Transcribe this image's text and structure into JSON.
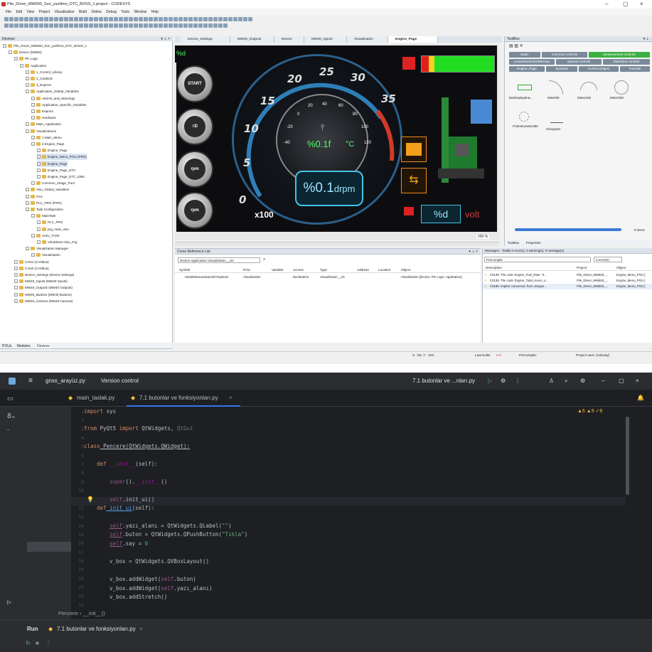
{
  "codesys": {
    "title": "Pile_Driver_MW600_Son_yazilimo_DTC_BOSS_1.project - CODESYS",
    "menu": [
      "File",
      "Edit",
      "View",
      "Project",
      "Visualization",
      "Build",
      "Online",
      "Debug",
      "Tools",
      "Window",
      "Help"
    ],
    "devices_header": "Devices",
    "tree": [
      {
        "label": "Pile_Driver_MW600_Son_yazilimo_DTC_BOSS_1",
        "indent": 0
      },
      {
        "label": "Device (MW60)",
        "indent": 1
      },
      {
        "label": "Plc Logic",
        "indent": 2
      },
      {
        "label": "Application",
        "indent": 3
      },
      {
        "label": "1_Control_Library",
        "indent": 4
      },
      {
        "label": "2_CanBUS",
        "indent": 4
      },
      {
        "label": "3_Eeprom",
        "indent": 4
      },
      {
        "label": "Application_Global_Variables",
        "indent": 4
      },
      {
        "label": "Alarms_and_Warnings",
        "indent": 5
      },
      {
        "label": "Application_Specific_Variables",
        "indent": 5
      },
      {
        "label": "Eeprom",
        "indent": 5
      },
      {
        "label": "Hardware",
        "indent": 5
      },
      {
        "label": "Main_Application",
        "indent": 4
      },
      {
        "label": "Visualizations",
        "indent": 4
      },
      {
        "label": "1.Main_Menu",
        "indent": 5
      },
      {
        "label": "2.Engine_Page",
        "indent": 5
      },
      {
        "label": "Engine_Page",
        "indent": 6
      },
      {
        "label": "Engine_Menu_POU (PRG)",
        "indent": 6
      },
      {
        "label": "Engine_Page",
        "indent": 6
      },
      {
        "label": "Engine_Page_DTC",
        "indent": 6
      },
      {
        "label": "Engine_Page_DTC_DM2",
        "indent": 6
      },
      {
        "label": "Common_Image_Pool",
        "indent": 5
      },
      {
        "label": "Visu_Global_Variables",
        "indent": 4
      },
      {
        "label": "GVL",
        "indent": 4
      },
      {
        "label": "PLC_PRG (PRG)",
        "indent": 4
      },
      {
        "label": "Task Configuration",
        "indent": 4
      },
      {
        "label": "MainTask",
        "indent": 5
      },
      {
        "label": "PLC_PRG",
        "indent": 6
      },
      {
        "label": "prg_main_visu",
        "indent": 6
      },
      {
        "label": "VISU_TASK",
        "indent": 5
      },
      {
        "label": "VisuElems.Visu_Prg",
        "indent": 6
      },
      {
        "label": "Visualization Manager",
        "indent": 4
      },
      {
        "label": "Visualization",
        "indent": 5
      },
      {
        "label": "CAN1 (CANbus)",
        "indent": 2
      },
      {
        "label": "CAN2 (CANbus)",
        "indent": 2
      },
      {
        "label": "Device_Settings (Device Settings)",
        "indent": 2
      },
      {
        "label": "MW40_Inputs (MW40 Inputs)",
        "indent": 2
      },
      {
        "label": "MW40_Outputs (MW40 Outputs)",
        "indent": 2
      },
      {
        "label": "MW40_Buttons (MW40 Buttons)",
        "indent": 2
      },
      {
        "label": "MW40_Camera (MW40 Camera)",
        "indent": 2
      }
    ],
    "bottom_tabs": [
      "POUs",
      "Modules",
      "Devices"
    ],
    "editor_tabs": [
      "Device_Settings",
      "MW40_Outputs",
      "Device",
      "MW40_Inputs",
      "Visualization",
      "Engine_Page"
    ],
    "visu": {
      "top_left": "%d",
      "top_left_unit": "h",
      "start": "START",
      "rpm_label": "rpm",
      "gauge_numbers": [
        "0",
        "5",
        "10",
        "15",
        "20",
        "25",
        "30",
        "35"
      ],
      "multiplier": "x100",
      "temp_numbers": [
        "-40",
        "-20",
        "0",
        "20",
        "40",
        "60",
        "80",
        "100",
        "120"
      ],
      "temp_value": "%0.1f",
      "temp_unit": "°C",
      "rpm_value": "%0.1",
      "rpm_unit": "drpm",
      "volt_value": "%d",
      "volt_unit": "volt",
      "zoom": "200 %"
    },
    "toolbox": {
      "header": "ToolBox",
      "buttons_row1": [
        "Basic",
        "Common controls",
        "Measurement controls"
      ],
      "buttons_row2": [
        "Lamps/Switches/Bitmaps",
        "Special controls",
        "Date/time controls"
      ],
      "buttons_row3": [
        "Engine_Page",
        "Symbols",
        "Current project",
        "Favorite"
      ],
      "items": [
        "BarDisplay8na...",
        "Meter90",
        "Meter180",
        "Meter360",
        "Potentiometer360",
        "Histogram"
      ],
      "count": "6 items",
      "bottom_tabs": [
        "ToolBox",
        "Properties"
      ]
    },
    "xref": {
      "header": "Cross Reference List",
      "path": "Device.Application.Visualization__vis",
      "columns": [
        "Symbol",
        "POU",
        "Variable",
        "Access",
        "Type",
        "Address",
        "Location",
        "Object"
      ],
      "row": [
        "HandleMousedownInfoToplevel",
        "Visualization",
        "",
        "Declaration",
        "Visualization__vis",
        "",
        "",
        "Visualization [Device: Plc Logic: Application]"
      ]
    },
    "messages": {
      "header": "Messages - Totally 0 error(s), 3 warning(s), 0 message(s)",
      "filter": "Precompile",
      "errors": "0 error(s)",
      "columns": [
        "Description",
        "Project",
        "Object"
      ],
      "rows": [
        [
          "C0139: The code 'Engine_Fuel_Rate: 'h...",
          "Pile_Driver_MW600_...",
          "Engine_Menu_POU ["
        ],
        [
          "C0139: The code 'Engine_Total_Hours_o...",
          "Pile_Driver_MW600_...",
          "Engine_Menu_POU ["
        ],
        [
          "C0196: Implicit conversion from unsigne...",
          "Pile_Driver_MW600_...",
          "Engine_Menu_POU ["
        ]
      ]
    },
    "status": {
      "coords": "X : 83, Y : 223",
      "last_build": "Last build:",
      "build_counts": "0  0",
      "precompile": "Precompile:",
      "user": "Project user: (nobody)"
    }
  },
  "pycharm": {
    "project": "gnss_arayüz.py",
    "vcs": "Version control",
    "run_config": "7.1 butonlar ve ...nları.py",
    "tabs": [
      "main_taslak.py",
      "7.1 butonlar ve fonksiyonları.py"
    ],
    "inspections": "▲6 ▲9 ✓8",
    "breadcrumb": [
      "Pencere",
      "__init__()"
    ],
    "run_label": "Run",
    "run_tab": "7.1 butonlar ve fonksiyonları.py",
    "line_numbers": [
      "1",
      "2",
      "3",
      "4",
      "5",
      "6",
      "7",
      "8",
      "9",
      "10",
      "11",
      "12",
      "13",
      "14",
      "15",
      "16",
      "17",
      "18",
      "19",
      "20",
      "21",
      "22",
      "23"
    ],
    "code": {
      "l1a": "import",
      "l1b": " sys",
      "l3a": "from",
      "l3b": " PyQt5 ",
      "l3c": "import",
      "l3d": " QtWidgets, ",
      "l3e": "QtGui",
      "l5a": "class",
      "l5b": " Pencere(QtWidgets.QWidget):",
      "l7a": "def",
      "l7b": " __init__",
      "l7c": "(self):",
      "l9a": "super",
      "l9b": "().",
      "l9c": "__init__",
      "l9d": "()",
      "l11a": "self",
      "l11b": ".init_ui()",
      "l12a": "def",
      "l12b": " init_ui",
      "l12c": "(self):",
      "l14a": "self",
      "l14b": ".yazı_alanı = QtWidgets.QLabel(",
      "l14c": "\"\"",
      "l14d": ")",
      "l15a": "self",
      "l15b": ".buton = QtWidgets.QPushButton(",
      "l15c": "\"Tıkla\"",
      "l15d": ")",
      "l16a": "self",
      "l16b": ".say = ",
      "l16c": "0",
      "l18": "v_box = QtWidgets.QVBoxLayout()",
      "l20a": "v_box.addWidget(",
      "l20b": "self",
      "l20c": ".buton)",
      "l21a": "v_box.addWidget(",
      "l21b": "self",
      "l21c": ".yazı_alanı)",
      "l22": "v_box.addStretch()"
    }
  }
}
